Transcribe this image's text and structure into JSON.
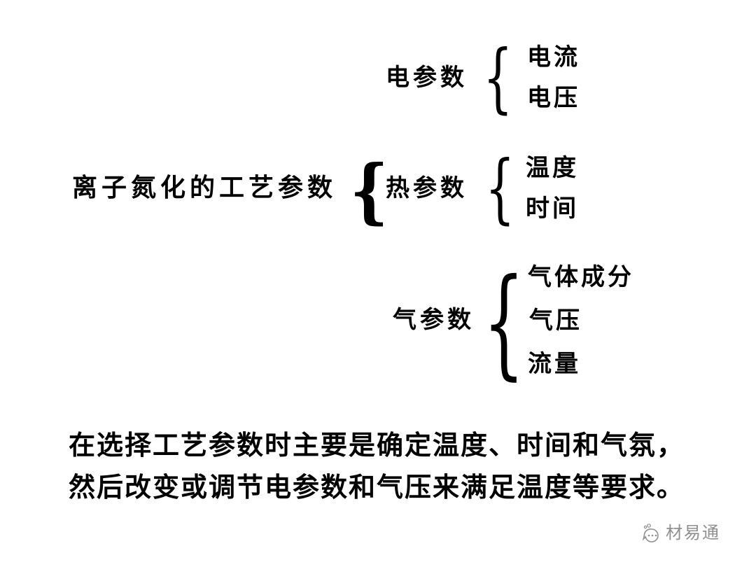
{
  "diagram": {
    "root": {
      "label": "离子氮化的工艺参数"
    },
    "brace_glyph": "{",
    "branches": [
      {
        "label": "电参数",
        "items": [
          "电流",
          "电压"
        ]
      },
      {
        "label": "热参数",
        "items": [
          "温度",
          "时间"
        ]
      },
      {
        "label": "气参数",
        "items": [
          "气体成分",
          "气压",
          "流量"
        ]
      }
    ],
    "note_lines": [
      "在选择工艺参数时主要是确定温度、时间和气氛，",
      "然后改变或调节电参数和气压来满足温度等要求。"
    ]
  },
  "watermark": {
    "text": "材易通"
  },
  "colors": {
    "background": "#ffffff",
    "text": "#000000",
    "watermark_gray": "#8f8f8f"
  }
}
